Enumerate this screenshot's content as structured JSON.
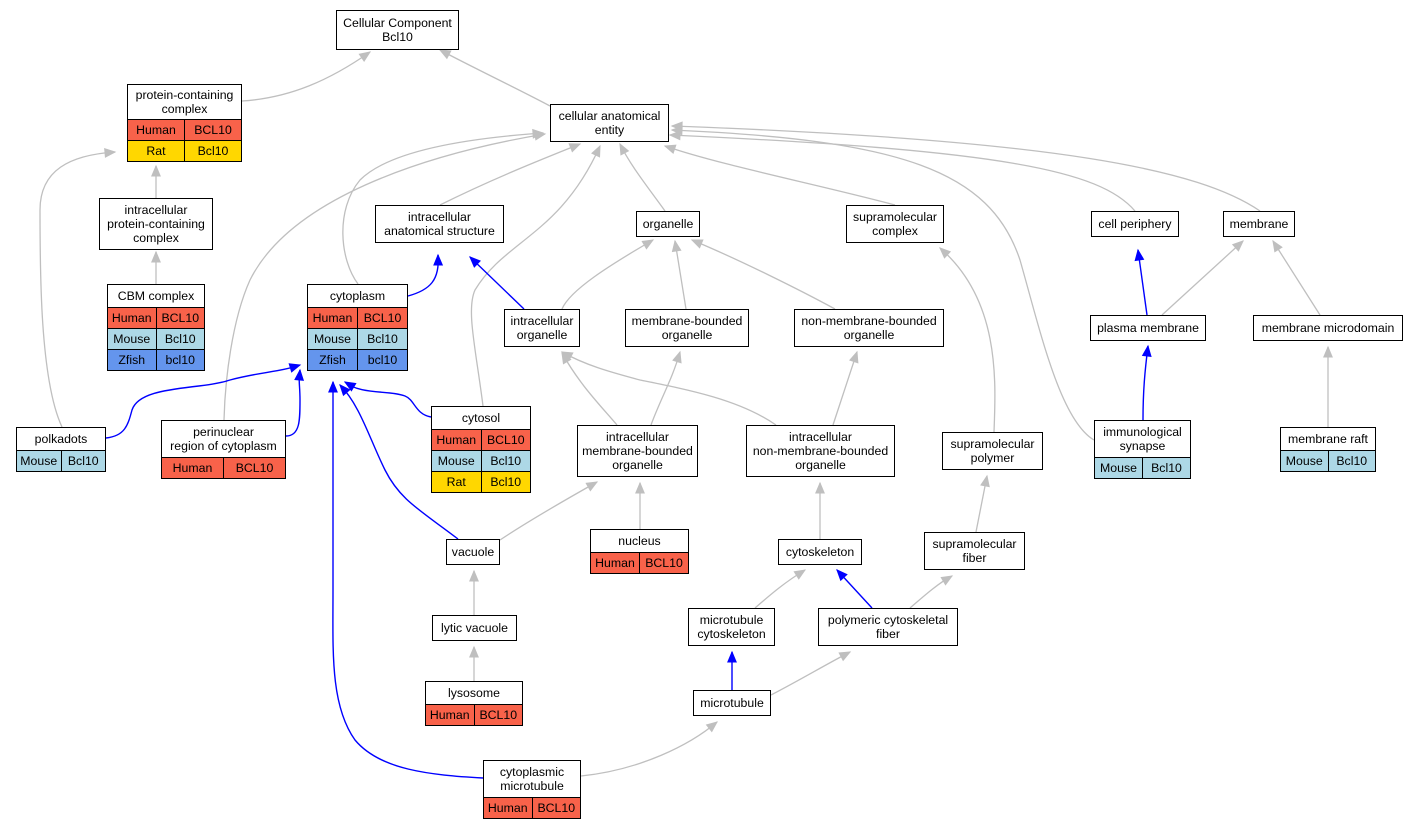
{
  "graph": {
    "colors": {
      "Human": "#f8624a",
      "Mouse": "#add8e6",
      "Rat": "#ffd700",
      "Zfish": "#6495ed",
      "edge_isa": "#bfbfbf",
      "edge_partof": "#0000ff"
    },
    "nodes": [
      {
        "id": "root",
        "label": "Cellular Component\nBcl10",
        "rows": []
      },
      {
        "id": "pcc",
        "label": "protein-containing\ncomplex",
        "rows": [
          {
            "species": "Human",
            "gene": "BCL10"
          },
          {
            "species": "Rat",
            "gene": "Bcl10"
          }
        ]
      },
      {
        "id": "cae",
        "label": "cellular anatomical\nentity",
        "rows": []
      },
      {
        "id": "ipcc",
        "label": "intracellular\nprotein-containing\ncomplex",
        "rows": []
      },
      {
        "id": "cbm",
        "label": "CBM complex",
        "rows": [
          {
            "species": "Human",
            "gene": "BCL10"
          },
          {
            "species": "Mouse",
            "gene": "Bcl10"
          },
          {
            "species": "Zfish",
            "gene": "bcl10"
          }
        ]
      },
      {
        "id": "ias",
        "label": "intracellular\nanatomical structure",
        "rows": []
      },
      {
        "id": "organelle",
        "label": "organelle",
        "rows": []
      },
      {
        "id": "smc",
        "label": "supramolecular\ncomplex",
        "rows": []
      },
      {
        "id": "cellperiph",
        "label": "cell periphery",
        "rows": []
      },
      {
        "id": "membrane",
        "label": "membrane",
        "rows": []
      },
      {
        "id": "cytoplasm",
        "label": "cytoplasm",
        "rows": [
          {
            "species": "Human",
            "gene": "BCL10"
          },
          {
            "species": "Mouse",
            "gene": "Bcl10"
          },
          {
            "species": "Zfish",
            "gene": "bcl10"
          }
        ]
      },
      {
        "id": "intraorg",
        "label": "intracellular\norganelle",
        "rows": []
      },
      {
        "id": "mbo",
        "label": "membrane-bounded\norganelle",
        "rows": []
      },
      {
        "id": "nmbo",
        "label": "non-membrane-bounded\norganelle",
        "rows": []
      },
      {
        "id": "pm",
        "label": "plasma membrane",
        "rows": []
      },
      {
        "id": "mmd",
        "label": "membrane microdomain",
        "rows": []
      },
      {
        "id": "polkadots",
        "label": "polkadots",
        "rows": [
          {
            "species": "Mouse",
            "gene": "Bcl10"
          }
        ]
      },
      {
        "id": "perinuclear",
        "label": "perinuclear\nregion of cytoplasm",
        "rows": [
          {
            "species": "Human",
            "gene": "BCL10"
          }
        ]
      },
      {
        "id": "cytosol",
        "label": "cytosol",
        "rows": [
          {
            "species": "Human",
            "gene": "BCL10"
          },
          {
            "species": "Mouse",
            "gene": "Bcl10"
          },
          {
            "species": "Rat",
            "gene": "Bcl10"
          }
        ]
      },
      {
        "id": "imbo",
        "label": "intracellular\nmembrane-bounded\norganelle",
        "rows": []
      },
      {
        "id": "inmbo",
        "label": "intracellular\nnon-membrane-bounded\norganelle",
        "rows": []
      },
      {
        "id": "smp",
        "label": "supramolecular\npolymer",
        "rows": []
      },
      {
        "id": "immsyn",
        "label": "immunological\nsynapse",
        "rows": [
          {
            "species": "Mouse",
            "gene": "Bcl10"
          }
        ]
      },
      {
        "id": "raft",
        "label": "membrane raft",
        "rows": [
          {
            "species": "Mouse",
            "gene": "Bcl10"
          }
        ]
      },
      {
        "id": "vacuole",
        "label": "vacuole",
        "rows": []
      },
      {
        "id": "nucleus",
        "label": "nucleus",
        "rows": [
          {
            "species": "Human",
            "gene": "BCL10"
          }
        ]
      },
      {
        "id": "cytoskeleton",
        "label": "cytoskeleton",
        "rows": []
      },
      {
        "id": "smf",
        "label": "supramolecular\nfiber",
        "rows": []
      },
      {
        "id": "lytic",
        "label": "lytic vacuole",
        "rows": []
      },
      {
        "id": "mtcyto",
        "label": "microtubule\ncytoskeleton",
        "rows": []
      },
      {
        "id": "pcf",
        "label": "polymeric cytoskeletal\nfiber",
        "rows": []
      },
      {
        "id": "lysosome",
        "label": "lysosome",
        "rows": [
          {
            "species": "Human",
            "gene": "BCL10"
          }
        ]
      },
      {
        "id": "microtubule",
        "label": "microtubule",
        "rows": []
      },
      {
        "id": "cmt",
        "label": "cytoplasmic\nmicrotubule",
        "rows": [
          {
            "species": "Human",
            "gene": "BCL10"
          }
        ]
      }
    ],
    "edges": [
      {
        "from": "pcc",
        "to": "root",
        "type": "is_a"
      },
      {
        "from": "cae",
        "to": "root",
        "type": "is_a"
      },
      {
        "from": "ipcc",
        "to": "pcc",
        "type": "is_a"
      },
      {
        "from": "cbm",
        "to": "ipcc",
        "type": "is_a"
      },
      {
        "from": "polkadots",
        "to": "pcc",
        "type": "is_a"
      },
      {
        "from": "ias",
        "to": "cae",
        "type": "is_a"
      },
      {
        "from": "organelle",
        "to": "cae",
        "type": "is_a"
      },
      {
        "from": "smc",
        "to": "cae",
        "type": "is_a"
      },
      {
        "from": "cellperiph",
        "to": "cae",
        "type": "is_a"
      },
      {
        "from": "membrane",
        "to": "cae",
        "type": "is_a"
      },
      {
        "from": "cytoplasm",
        "to": "cae",
        "type": "is_a"
      },
      {
        "from": "perinuclear",
        "to": "cae",
        "type": "is_a"
      },
      {
        "from": "cytosol",
        "to": "cae",
        "type": "is_a"
      },
      {
        "from": "immsyn",
        "to": "cae",
        "type": "is_a"
      },
      {
        "from": "cytoplasm",
        "to": "ias",
        "type": "part_of"
      },
      {
        "from": "intraorg",
        "to": "ias",
        "type": "part_of"
      },
      {
        "from": "intraorg",
        "to": "organelle",
        "type": "is_a"
      },
      {
        "from": "mbo",
        "to": "organelle",
        "type": "is_a"
      },
      {
        "from": "nmbo",
        "to": "organelle",
        "type": "is_a"
      },
      {
        "from": "pm",
        "to": "cellperiph",
        "type": "part_of"
      },
      {
        "from": "pm",
        "to": "membrane",
        "type": "is_a"
      },
      {
        "from": "mmd",
        "to": "membrane",
        "type": "is_a"
      },
      {
        "from": "polkadots",
        "to": "cytoplasm",
        "type": "part_of"
      },
      {
        "from": "perinuclear",
        "to": "cytoplasm",
        "type": "part_of"
      },
      {
        "from": "cytosol",
        "to": "cytoplasm",
        "type": "part_of"
      },
      {
        "from": "vacuole",
        "to": "cytoplasm",
        "type": "part_of"
      },
      {
        "from": "cmt",
        "to": "cytoplasm",
        "type": "part_of"
      },
      {
        "from": "imbo",
        "to": "intraorg",
        "type": "is_a"
      },
      {
        "from": "inmbo",
        "to": "intraorg",
        "type": "is_a"
      },
      {
        "from": "imbo",
        "to": "mbo",
        "type": "is_a"
      },
      {
        "from": "inmbo",
        "to": "nmbo",
        "type": "is_a"
      },
      {
        "from": "smp",
        "to": "smc",
        "type": "is_a"
      },
      {
        "from": "immsyn",
        "to": "pm",
        "type": "part_of"
      },
      {
        "from": "raft",
        "to": "mmd",
        "type": "is_a"
      },
      {
        "from": "vacuole",
        "to": "imbo",
        "type": "is_a"
      },
      {
        "from": "nucleus",
        "to": "imbo",
        "type": "is_a"
      },
      {
        "from": "cytoskeleton",
        "to": "inmbo",
        "type": "is_a"
      },
      {
        "from": "smf",
        "to": "smp",
        "type": "is_a"
      },
      {
        "from": "lytic",
        "to": "vacuole",
        "type": "is_a"
      },
      {
        "from": "mtcyto",
        "to": "cytoskeleton",
        "type": "is_a"
      },
      {
        "from": "pcf",
        "to": "cytoskeleton",
        "type": "part_of"
      },
      {
        "from": "pcf",
        "to": "smf",
        "type": "is_a"
      },
      {
        "from": "lysosome",
        "to": "lytic",
        "type": "is_a"
      },
      {
        "from": "microtubule",
        "to": "mtcyto",
        "type": "part_of"
      },
      {
        "from": "microtubule",
        "to": "pcf",
        "type": "is_a"
      },
      {
        "from": "cmt",
        "to": "microtubule",
        "type": "is_a"
      }
    ]
  }
}
